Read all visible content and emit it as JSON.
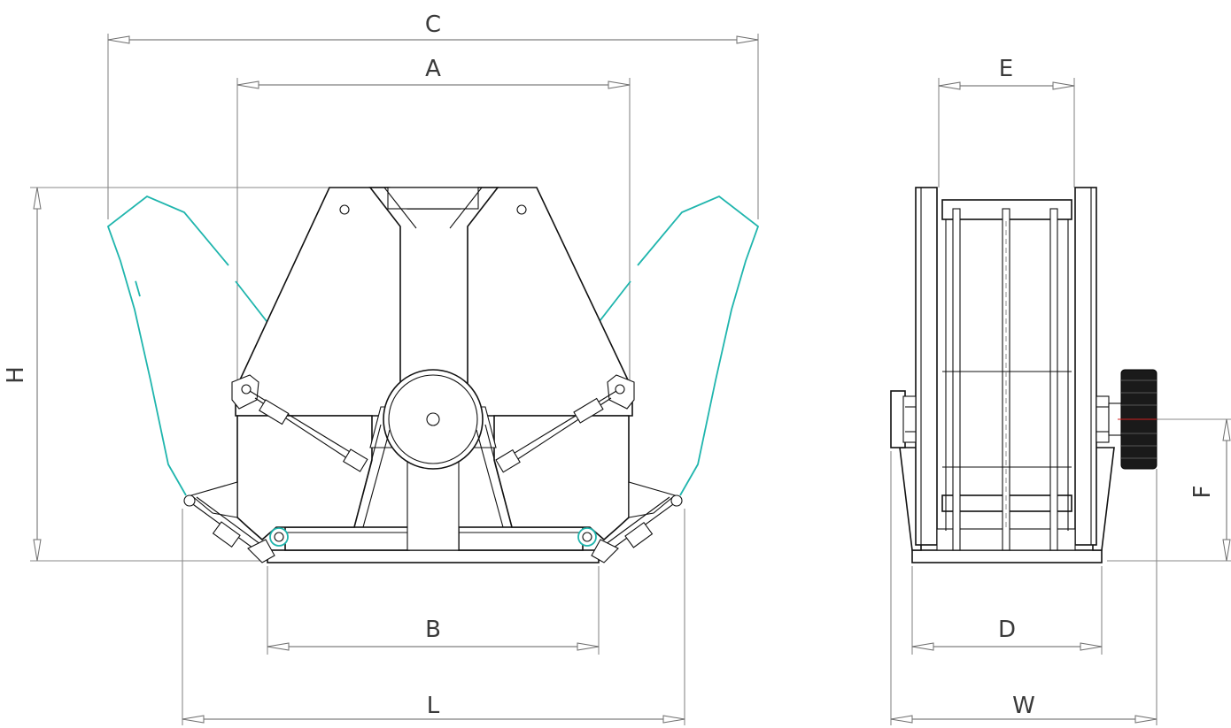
{
  "drawing": {
    "front_view": {
      "labels": {
        "C": "C",
        "A": "A",
        "H": "H",
        "B": "B",
        "L": "L"
      }
    },
    "side_view": {
      "labels": {
        "E": "E",
        "F": "F",
        "D": "D",
        "W": "W"
      }
    }
  },
  "colors": {
    "outline": "#111111",
    "open_position": "#1fb5ad",
    "dimension_lines": "#7f7f7f",
    "pulley": "#1a1a1a",
    "shaft_mark": "#d02020"
  }
}
